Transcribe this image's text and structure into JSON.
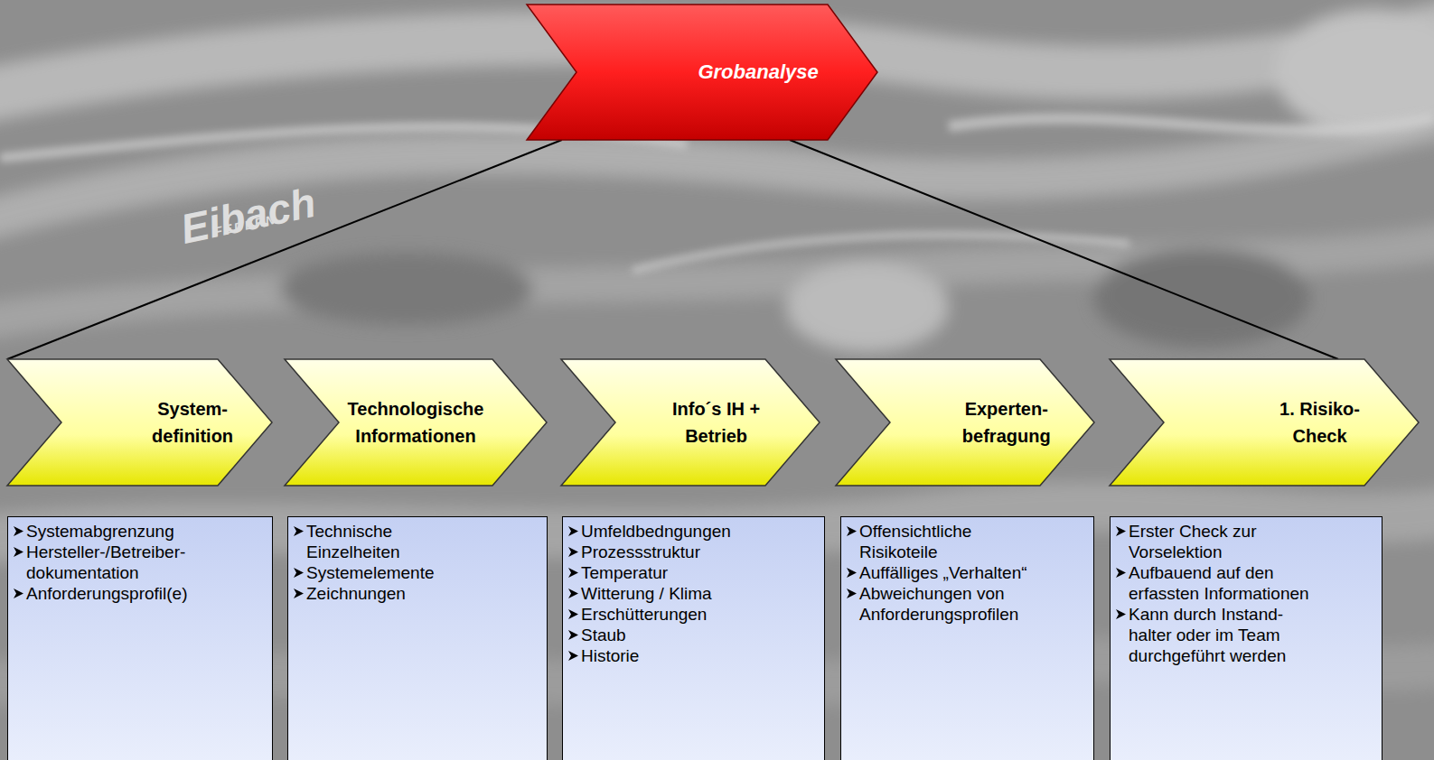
{
  "diagram": {
    "nodes": [
      {
        "text": [
          "Grobanalyse"
        ]
      },
      {
        "text": [
          "System- definition"
        ]
      },
      {
        "text": [
          "Technologische Informationen"
        ]
      },
      {
        "text": [
          "Info´s IH + Betrieb"
        ]
      },
      {
        "text": [
          "Experten- befragung"
        ]
      },
      {
        "text": [
          "1. Risiko- Check"
        ]
      },
      {
        "text": [
          "Systemabgrenzung",
          "Hersteller-/Betreiber- dokumentation",
          "Anforderungsprofil(e)"
        ]
      },
      {
        "text": [
          "Technische Einzelheiten",
          "Systemelemente",
          "Zeichnungen"
        ]
      },
      {
        "text": [
          "Umfeldbedngungen",
          "Prozessstruktur",
          "Temperatur",
          "Witterung / Klima",
          "Erschütterungen",
          "Staub",
          "Historie"
        ]
      },
      {
        "text": [
          "Offensichtliche Risikoteile",
          "Auffälliges „Verhalten“",
          "Abweichungen von Anforderungsprofilen"
        ]
      },
      {
        "text": [
          "Erster Check zur Vorselektion",
          "Aufbauend auf den erfassten Informationen",
          "Kann durch Instand- halter oder im Team durchgeführt werden"
        ]
      }
    ],
    "edges": [
      {
        "from": 0,
        "to": 1,
        "arrow": "none"
      },
      {
        "from": 0,
        "to": 5,
        "arrow": "none"
      }
    ],
    "labels": [
      "Eibach",
      "FEDERN"
    ]
  }
}
